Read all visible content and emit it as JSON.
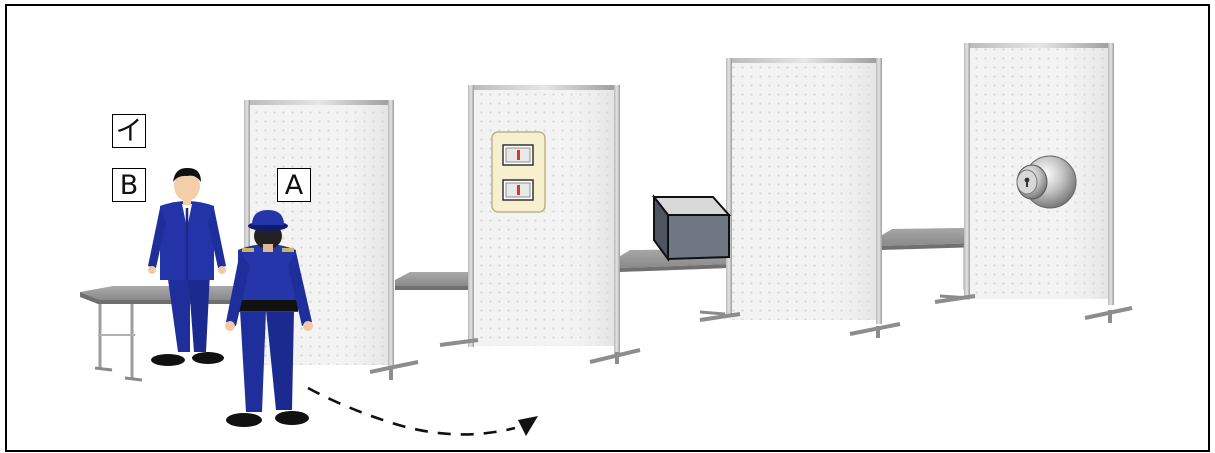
{
  "labels": {
    "i": "イ",
    "b": "B",
    "a": "A"
  },
  "scene": {
    "panel_count": 4,
    "table_count": 4,
    "objects": [
      "switch-plate",
      "box",
      "door-knob"
    ],
    "people": [
      "person-b",
      "guard-a"
    ],
    "path": "dashed-arrow"
  },
  "colors": {
    "frame": "#000000",
    "uniform": "#1e2e9a",
    "uniform_dark": "#0e1a6b",
    "panel": "#f2f2f2",
    "switch_plate": "#f7f0cf",
    "switch_indicator": "#d63a2a"
  }
}
